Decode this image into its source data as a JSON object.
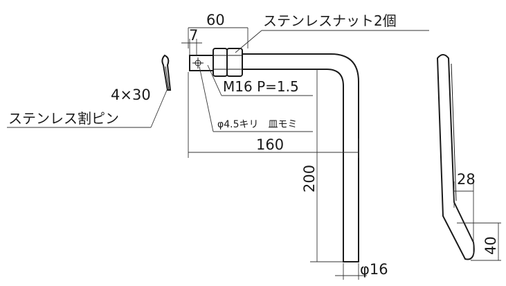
{
  "labels": {
    "nut": "ステンレスナット2個",
    "thread": "M16 P=1.5",
    "hole": "φ4.5キリ　皿モミ",
    "pin_size": "4×30",
    "pin_name": "ステンレス割ピン"
  },
  "dimensions": {
    "width_60": "60",
    "width_7": "7",
    "width_160": "160",
    "height_200": "200",
    "diameter": "φ16",
    "offset_28": "28",
    "height_40": "40"
  }
}
